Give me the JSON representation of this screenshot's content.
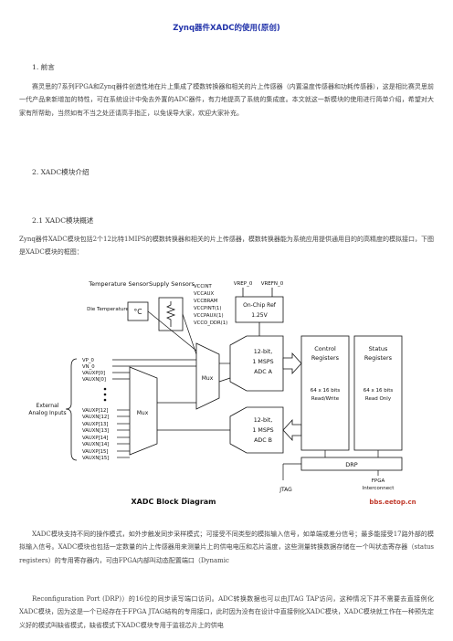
{
  "title": "Zynq器件XADC的使用(原创)",
  "section1": {
    "heading": "1. 前言",
    "text": "赛灵思的7系列FPGA和Zynq器件创造性地在片上集成了模数转换器和相关的片上传感器（内置温度传感器和功耗传感器），这是相比赛灵思前一代产品来新增加的特性，可在系统设计中免去外置的ADC器件，有力地提高了系统的集成度。本文就这一新模块的使用进行简单介绍，希望对大家有所帮助，当然如有不当之处还请高手指正，以免误导大家，欢迎大家补充。"
  },
  "section2": {
    "heading": "2. XADC模块介绍"
  },
  "section21": {
    "heading": "2.1 XADC模块概述",
    "text": "Zynq器件XADC模块包括2个12比特1MIPS的模数转换器和相关的片上传感器，模数转换器能为系统应用提供通用目的的高精度的模拟接口，下图是XADC模块的框图："
  },
  "diagram": {
    "temp_sensor": "Temperature Sensor",
    "supply_sensors": "Supply Sensors",
    "die_temperature": "Die Temperature",
    "degc": "°C",
    "supplies": [
      "VCCINT",
      "VCCAUX",
      "VCCBRAM",
      "VCCPINT(1)",
      "VCCPAUX(1)",
      "VCCO_DDR(1)"
    ],
    "vrefp": "VREP_0",
    "vrefn": "VREFN_0",
    "onchip_ref": [
      "On-Chip Ref",
      "1.25V"
    ],
    "control_registers": [
      "Control",
      "Registers"
    ],
    "status_registers": [
      "Status",
      "Registers"
    ],
    "control_regs_size": [
      "64 x 16 bits",
      "Read/Write"
    ],
    "status_regs_size": [
      "64 x 16 bits",
      "Read Only"
    ],
    "adc_a": [
      "12-bit,",
      "1 MSPS",
      "ADC A"
    ],
    "adc_b": [
      "12-bit,",
      "1 MSPS",
      "ADC B"
    ],
    "mux": "Mux",
    "ext_inputs_top": [
      "VP_0",
      "VN_0",
      "VAUXP[0]",
      "VAUXN[0]"
    ],
    "ext_inputs_bottom": [
      "VAUXP[12]",
      "VAUXN[12]",
      "VAUXP[13]",
      "VAUXN[13]",
      "VAUXP[14]",
      "VAUXN[14]",
      "VAUXP[15]",
      "VAUXN[15]"
    ],
    "external_label": [
      "External",
      "Analog Inputs"
    ],
    "drp": "DRP",
    "jtag": "JTAG",
    "fpga_interconnect": [
      "FPGA",
      "Interconnect"
    ],
    "diagram_title": "XADC Block Diagram",
    "watermark": "bbs.eetop.cn"
  },
  "para_modes": "XADC模块支持不同的操作模式，如外步触发同步采样模式；可接受不同类型的模拟输入信号，如单端或差分信号；最多能接受17路外部的模拟输入信号。XADC模块也包括一定数量的片上传感器用来测量片上的供电电压和芯片温度，这些测量转换数据存储在一个叫状态寄存器（status registers）的专用寄存器内，可由FPGA内部叫动态配置端口（Dynamic",
  "para_drp": "Reconfiguration Port (DRP)）的16位的同步读写端口访问。ADC转换数据也可以由JTAG TAP访问，这种情况下并不需要去直接例化XADC模块，因为这是一个已经存在于FPGA JTAG结构的专用接口，此时因为没有在设计中直接例化XADC模块，XADC模块就工作在一种预先定义好的模式叫缺省模式，缺省模式下XADC模块专用于监视芯片上的供电"
}
